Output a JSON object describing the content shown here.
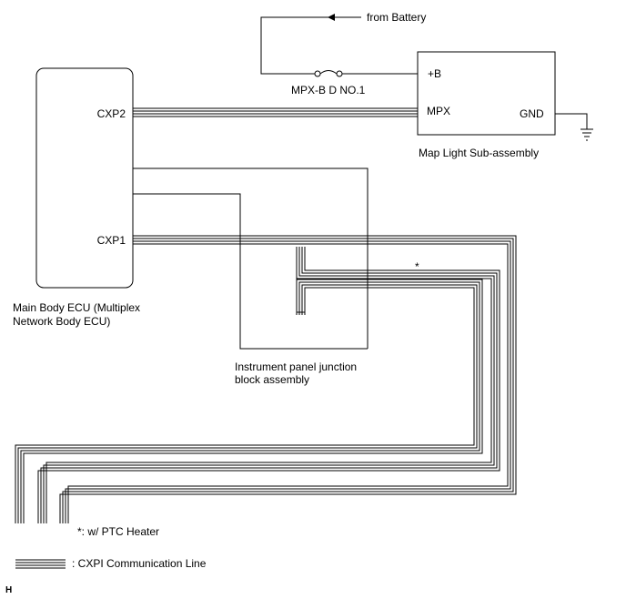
{
  "diagram": {
    "battery_label": "from Battery",
    "fuse_label": "MPX-B D NO.1",
    "main_ecu": {
      "terminal_cxp2": "CXP2",
      "terminal_cxp1": "CXP1",
      "label_line1": "Main Body ECU (Multiplex",
      "label_line2": "Network Body ECU)"
    },
    "map_light": {
      "terminal_b": "+B",
      "terminal_mpx": "MPX",
      "terminal_gnd": "GND",
      "label": "Map Light Sub-assembly"
    },
    "junction_block": {
      "label_line1": "Instrument panel junction",
      "label_line2": "block assembly"
    },
    "ptc_marker": "*",
    "footnote": "*: w/ PTC Heater",
    "legend_label": ": CXPI Communication Line",
    "figure_code": "H"
  }
}
